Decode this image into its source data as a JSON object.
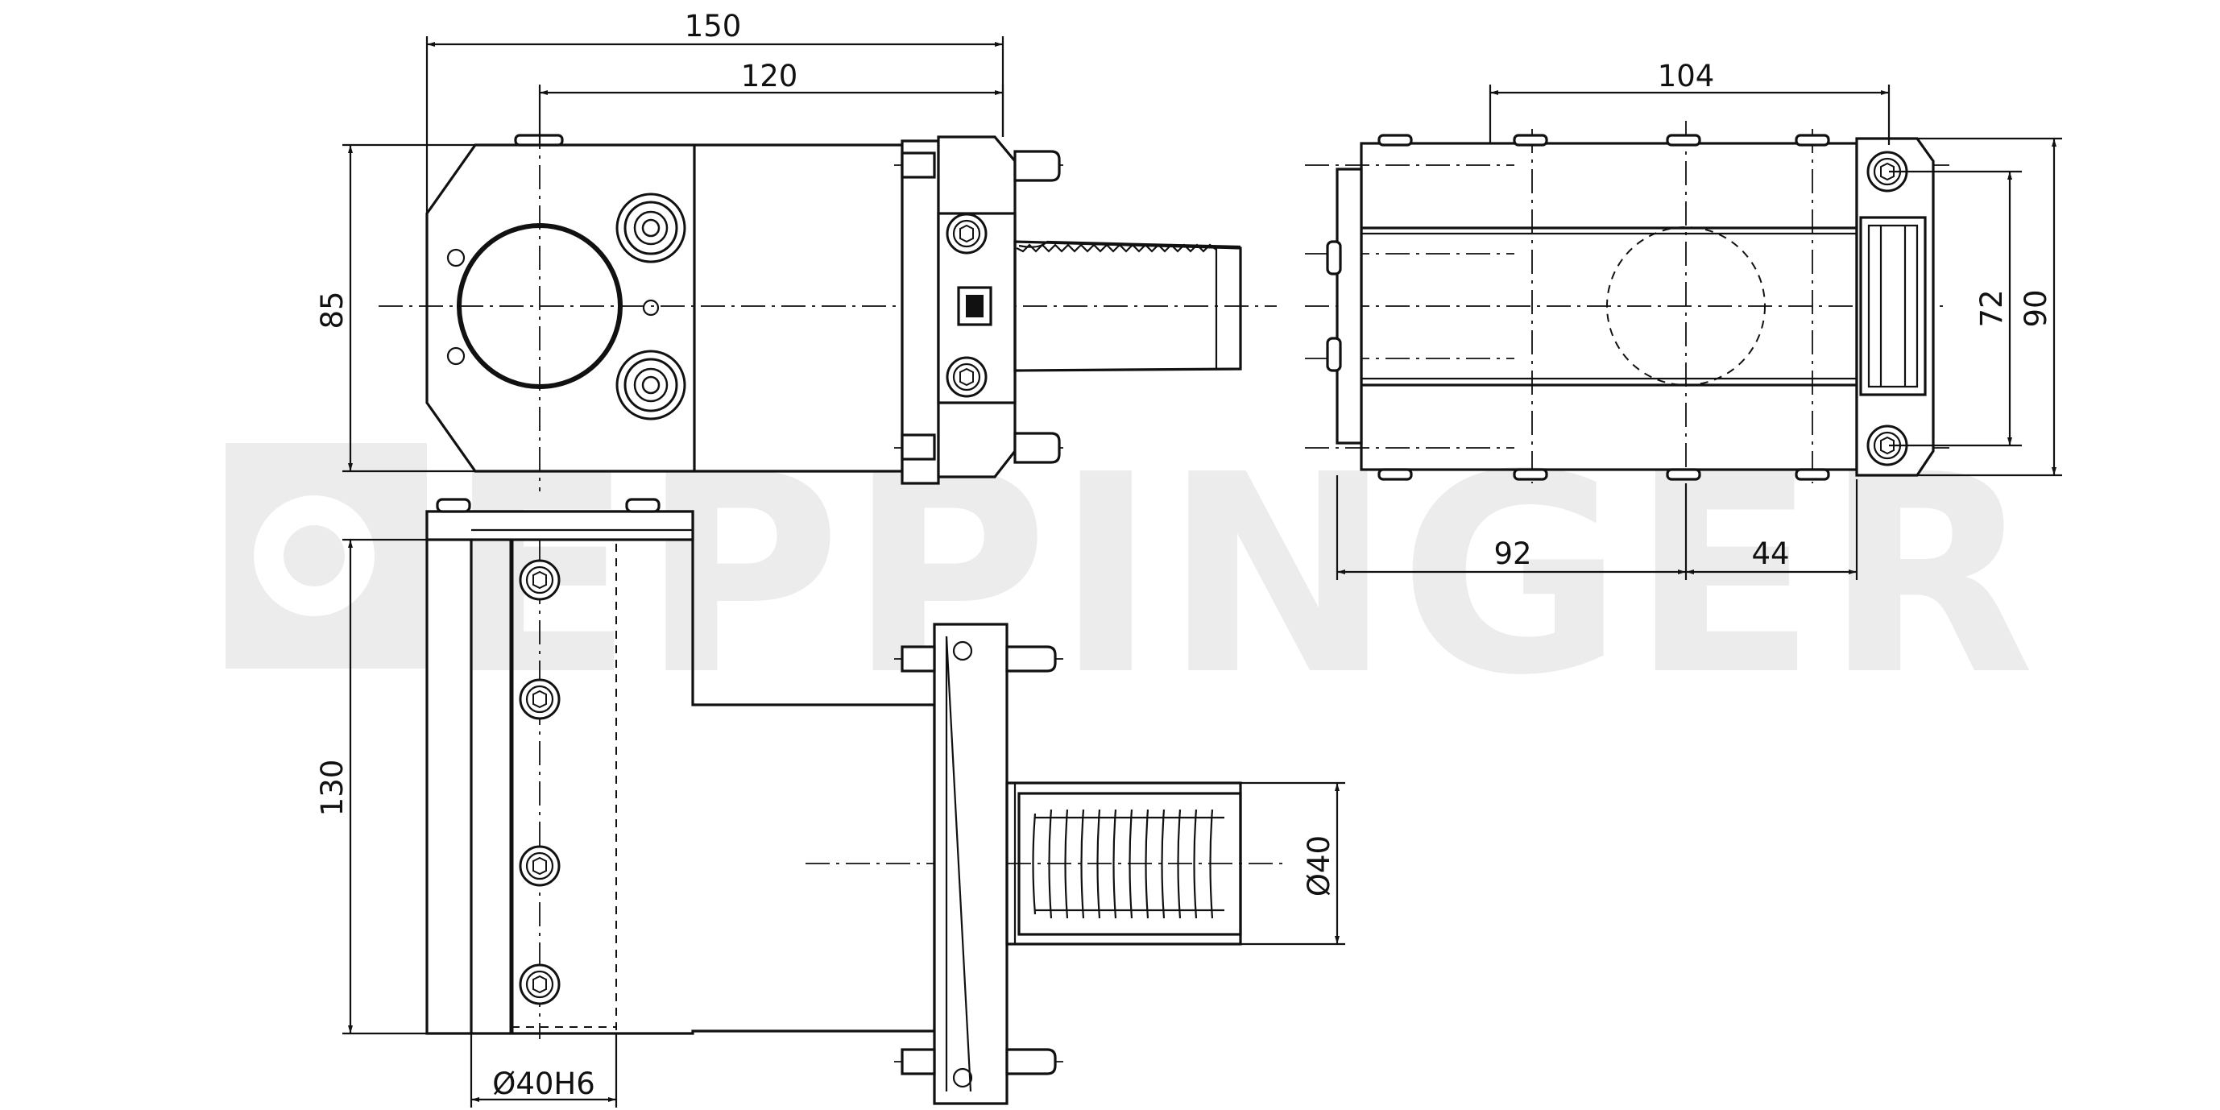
{
  "watermark": {
    "text": "EPPINGER"
  },
  "dimensions": {
    "top_width_total": "150",
    "top_width_inner": "120",
    "top_height": "85",
    "right_width_top": "104",
    "right_width_bottom_left": "92",
    "right_width_bottom_right": "44",
    "right_height_inner": "72",
    "right_height_total": "90",
    "bottom_height": "130",
    "shank_diameter": "Ø40",
    "bore_diameter": "Ø40H6"
  }
}
